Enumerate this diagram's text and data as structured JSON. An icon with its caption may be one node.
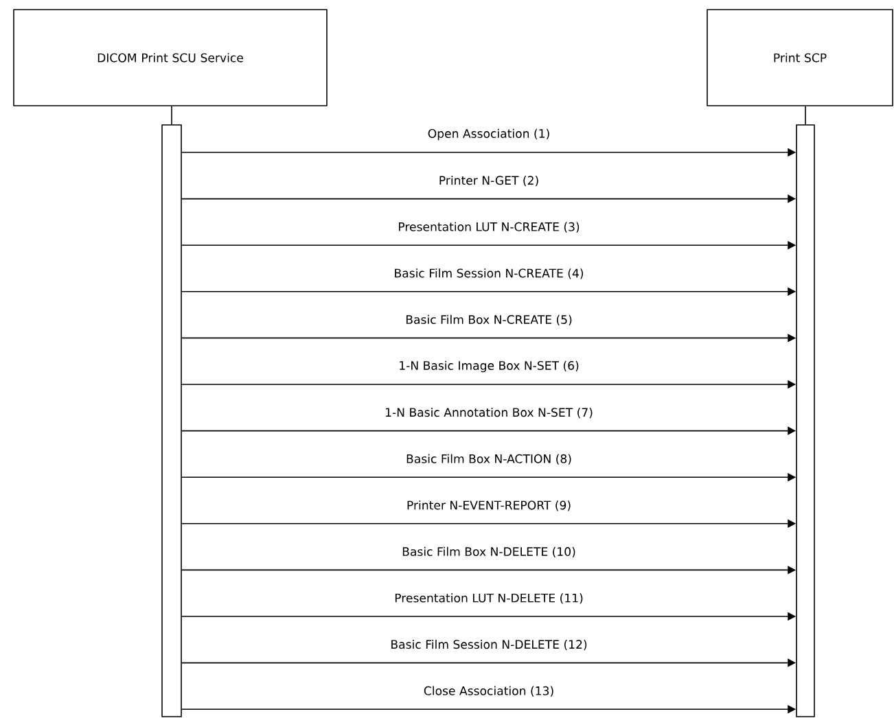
{
  "diagram": {
    "nodes": [
      {
        "text": [
          "DICOM Print SCU Service"
        ]
      },
      {
        "text": [
          "Print SCP"
        ]
      },
      {
        "text": [],
        "shape": "bar"
      },
      {
        "text": [],
        "shape": "bar"
      }
    ],
    "edges": [
      {
        "from": 0,
        "to": 2,
        "arrow": "none"
      },
      {
        "from": 1,
        "to": 3,
        "arrow": "none"
      },
      {
        "from": 2,
        "to": 3,
        "arrow": "to",
        "label": "Open Association (1)"
      },
      {
        "from": 2,
        "to": 3,
        "arrow": "to",
        "label": "Printer N-GET (2)"
      },
      {
        "from": 2,
        "to": 3,
        "arrow": "to",
        "label": "Presentation LUT N-CREATE (3)"
      },
      {
        "from": 2,
        "to": 3,
        "arrow": "to",
        "label": "Basic Film Session N-CREATE (4)"
      },
      {
        "from": 2,
        "to": 3,
        "arrow": "to",
        "label": "Basic Film Box N-CREATE (5)"
      },
      {
        "from": 2,
        "to": 3,
        "arrow": "to",
        "label": "1-N Basic Image Box N-SET (6)"
      },
      {
        "from": 2,
        "to": 3,
        "arrow": "to",
        "label": "1-N Basic Annotation Box N-SET (7)"
      },
      {
        "from": 2,
        "to": 3,
        "arrow": "to",
        "label": "Basic Film Box N-ACTION (8)"
      },
      {
        "from": 2,
        "to": 3,
        "arrow": "to",
        "label": "Printer N-EVENT-REPORT (9)"
      },
      {
        "from": 2,
        "to": 3,
        "arrow": "to",
        "label": "Basic Film Box N-DELETE (10)"
      },
      {
        "from": 2,
        "to": 3,
        "arrow": "to",
        "label": "Presentation LUT N-DELETE (11)"
      },
      {
        "from": 2,
        "to": 3,
        "arrow": "to",
        "label": "Basic Film Session N-DELETE (12)"
      },
      {
        "from": 2,
        "to": 3,
        "arrow": "to",
        "label": "Close Association (13)"
      }
    ]
  }
}
